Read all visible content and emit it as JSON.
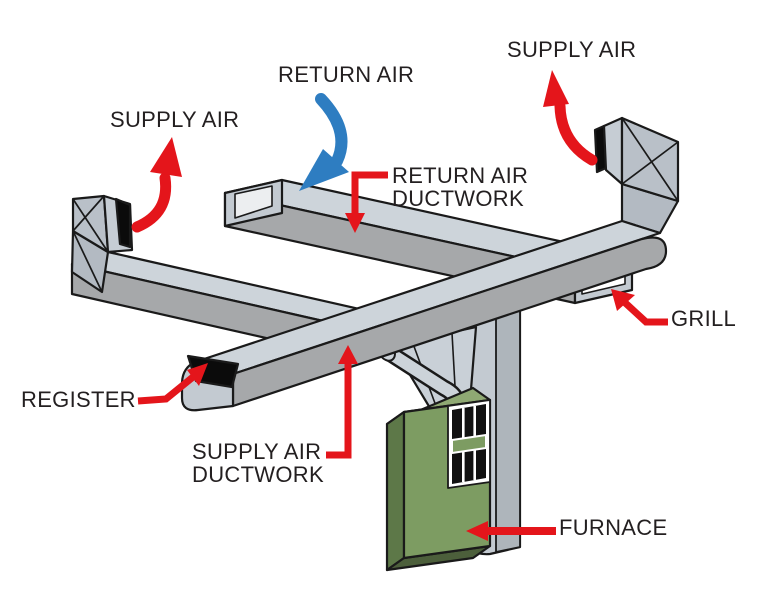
{
  "diagram": {
    "title": "HVAC supply and return air ductwork diagram",
    "background": "#ffffff"
  },
  "colors": {
    "arrow_red": "#e4151b",
    "arrow_blue": "#2e7dc1",
    "duct_top": "#cdd4da",
    "duct_side": "#a6a8aa",
    "duct_cap": "#b9c0c8",
    "duct_riser": "#c6cdd4",
    "duct_facet": "#b3bac2",
    "furnace_front": "#7d9c62",
    "furnace_side": "#5d7848",
    "furnace_bottom": "#4c5f3b",
    "furnace_top": "#8fa973",
    "register_black": "#0b0b0b",
    "outline": "#1a1a1a",
    "text": "#231f20"
  },
  "labels": {
    "supply_air_left": "SUPPLY AIR",
    "return_air": "RETURN AIR",
    "supply_air_right": "SUPPLY AIR",
    "return_air_ductwork": {
      "line1": "RETURN AIR",
      "line2": "DUCTWORK"
    },
    "grill": "GRILL",
    "register": "REGISTER",
    "supply_air_ductwork": {
      "line1": "SUPPLY AIR",
      "line2": "DUCTWORK"
    },
    "furnace": "FURNACE"
  }
}
